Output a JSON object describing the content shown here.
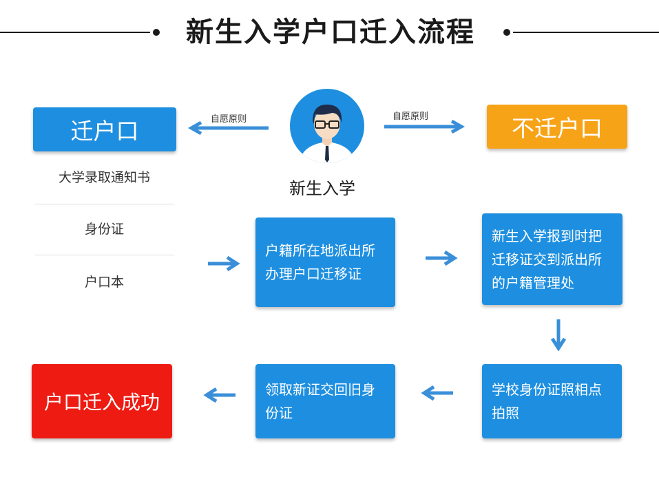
{
  "title": "新生入学户口迁入流程",
  "center": {
    "label": "新生入学"
  },
  "arrow_labels": {
    "left": "自愿原则",
    "right": "自愿原则"
  },
  "boxes": {
    "move": "迁户口",
    "not_move": "不迁户口",
    "step1": "户籍所在地派出所办理户口迁移证",
    "step2": "新生入学报到时把迁移证交到派出所的户籍管理处",
    "step3": "学校身份证照相点拍照",
    "step4": "领取新证交回旧身份证",
    "success": "户口迁入成功"
  },
  "documents": [
    "大学录取通知书",
    "身份证",
    "户口本"
  ],
  "colors": {
    "blue": "#1e8fe0",
    "orange": "#f7a317",
    "red": "#ee1b12",
    "arrow": "#3a8fd8"
  }
}
